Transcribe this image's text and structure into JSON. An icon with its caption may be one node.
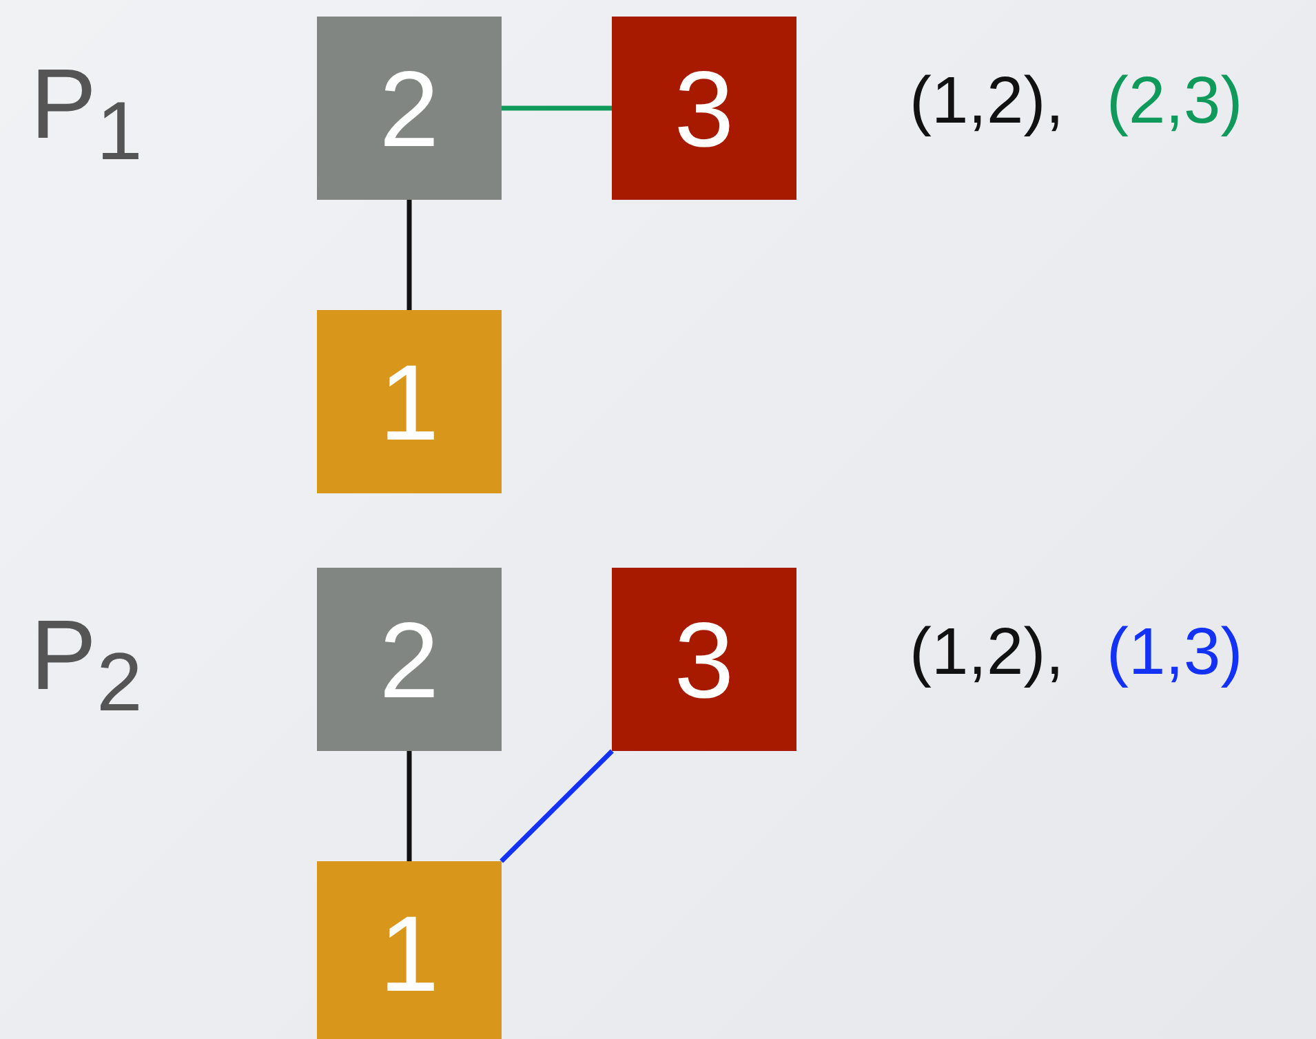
{
  "diagram": {
    "nodes": [
      {
        "text": [
          "2"
        ]
      },
      {
        "text": [
          "3"
        ]
      },
      {
        "text": [
          "1"
        ]
      },
      {
        "text": [
          "2"
        ]
      },
      {
        "text": [
          "3"
        ]
      },
      {
        "text": [
          "1"
        ]
      }
    ],
    "edges": [
      {
        "from": 0,
        "to": 1,
        "arrow": "none",
        "color": "#0f9a5c"
      },
      {
        "from": 2,
        "to": 0,
        "arrow": "none"
      },
      {
        "from": 5,
        "to": 3,
        "arrow": "none"
      },
      {
        "from": 5,
        "to": 4,
        "arrow": "none",
        "color": "#1432f5"
      }
    ],
    "labels": [
      "P$_{1}$",
      "(1,2),",
      "(2,3)",
      "P$_{2}$",
      "(1,2),",
      "(1,3)"
    ]
  }
}
